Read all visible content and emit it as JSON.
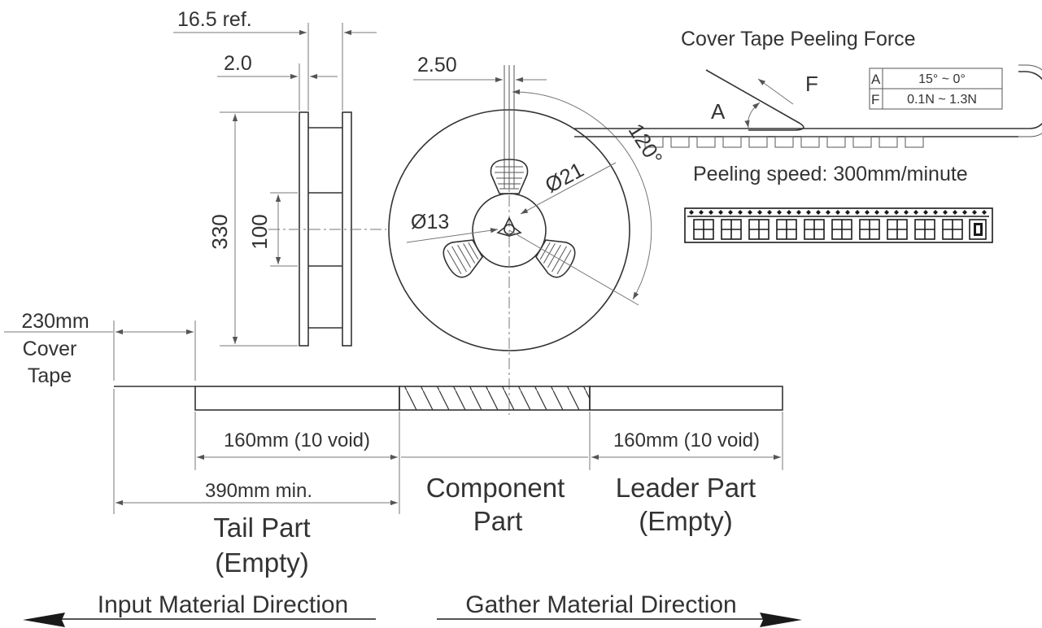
{
  "reel": {
    "width_ref_label": "16.5 ref.",
    "hub_width_label": "2.0",
    "diameter_label": "330",
    "hub_diameter_label": "100"
  },
  "reel_front": {
    "slot_label": "2.50",
    "angle_label": "120°",
    "outer_hub_label": "Ø21",
    "inner_hub_label": "Ø13"
  },
  "peeling": {
    "title": "Cover Tape Peeling Force",
    "force_symbol": "F",
    "angle_symbol": "A",
    "speed_label": "Peeling speed: 300mm/minute",
    "spec_table": [
      {
        "key": "A",
        "value": "15° ~ 0°"
      },
      {
        "key": "F",
        "value": "0.1N ~ 1.3N"
      }
    ]
  },
  "tape": {
    "cover_tape_line1": "230mm",
    "cover_tape_line2": "Cover",
    "cover_tape_line3": "Tape",
    "tail_void_label": "160mm (10 void)",
    "leader_void_label": "160mm (10 void)",
    "tail_min_label": "390mm min.",
    "component_part_line1": "Component",
    "component_part_line2": "Part",
    "leader_part_line1": "Leader Part",
    "leader_part_line2": "(Empty)",
    "tail_part_line1": "Tail Part",
    "tail_part_line2": "(Empty)"
  },
  "directions": {
    "input": "Input Material Direction",
    "gather": "Gather Material Direction"
  }
}
